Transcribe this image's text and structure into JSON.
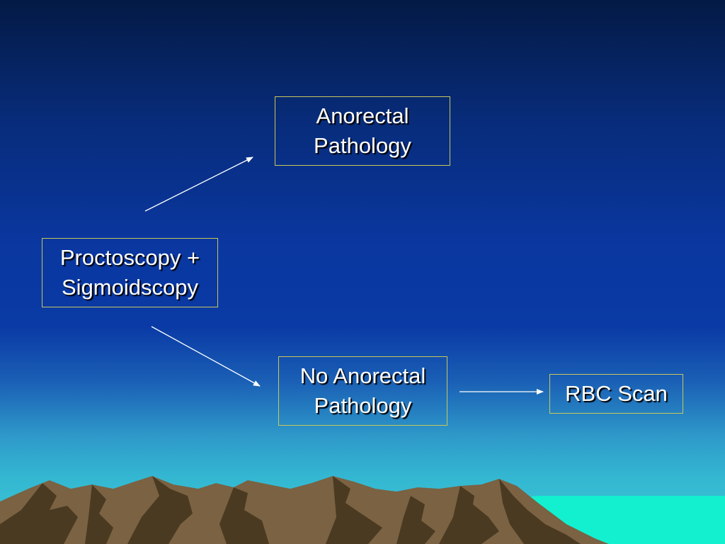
{
  "diagram": {
    "nodes": {
      "procto": {
        "line1": "Proctoscopy +",
        "line2": "Sigmoidscopy"
      },
      "anorectal": {
        "line1": "Anorectal",
        "line2": "Pathology"
      },
      "no_anorectal": {
        "line1": "No Anorectal",
        "line2": "Pathology"
      },
      "rbc": {
        "line1": "RBC Scan"
      }
    },
    "edges": [
      {
        "from": "procto",
        "to": "anorectal"
      },
      {
        "from": "procto",
        "to": "no_anorectal"
      },
      {
        "from": "no_anorectal",
        "to": "rbc"
      }
    ]
  },
  "theme": {
    "box_border": "#c8c85a",
    "text_color": "#ffffff",
    "arrow_color": "#ffffff",
    "mountain_color": "#7a6242",
    "mountain_shadow": "#4a3a22",
    "water_color": "#12f0d0"
  }
}
